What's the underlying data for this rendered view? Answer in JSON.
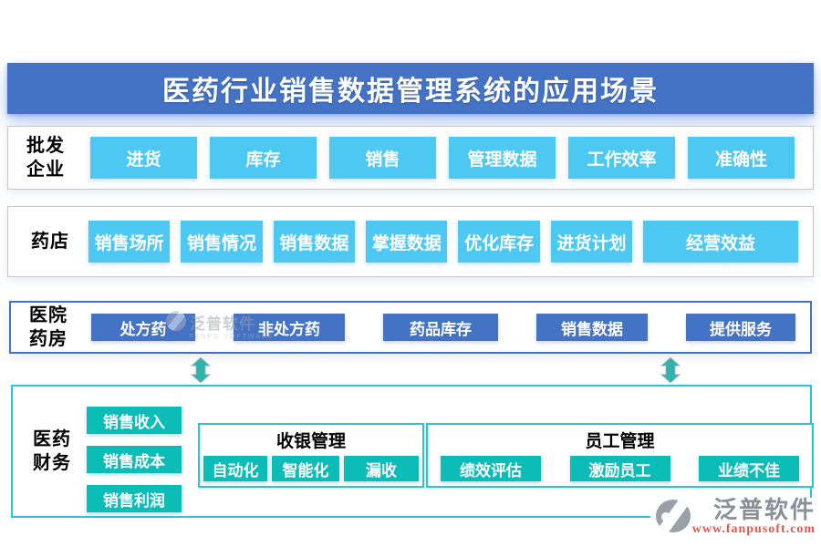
{
  "title": "医药行业销售数据管理系统的应用场景",
  "rows": [
    {
      "label": "批发\n企业",
      "buttons": [
        "进货",
        "库存",
        "销售",
        "管理数据",
        "工作效率",
        "准确性"
      ]
    },
    {
      "label": "药店",
      "buttons": [
        "销售场所",
        "销售情况",
        "销售数据",
        "掌握数据",
        "优化库存",
        "进货计划",
        "经营效益"
      ]
    },
    {
      "label": "医院\n药房",
      "buttons": [
        "处方药",
        "非处方药",
        "药品库存",
        "销售数据",
        "提供服务"
      ]
    }
  ],
  "finance": {
    "label": "医药\n财务",
    "stack": [
      "销售收入",
      "销售成本",
      "销售利润"
    ],
    "cashier": {
      "title": "收银管理",
      "buttons": [
        "自动化",
        "智能化",
        "漏收"
      ]
    },
    "employee": {
      "title": "员工管理",
      "buttons": [
        "绩效评估",
        "激励员工",
        "业绩不佳"
      ]
    }
  },
  "watermark": {
    "text": "泛普软件",
    "subtext": "FANPU SOFTWARE"
  },
  "vendor": {
    "name": "泛普软件",
    "url": "www.fanpusoft.com"
  },
  "colors": {
    "banner_blue": "#4472C4",
    "sky_blue": "#4DC8F3",
    "dark_blue": "#4472C4",
    "teal": "#0BBCB7",
    "cyan_border": "#1FC9E4",
    "arrow_teal": "#2FB3AC",
    "url_red": "#E0584C"
  }
}
